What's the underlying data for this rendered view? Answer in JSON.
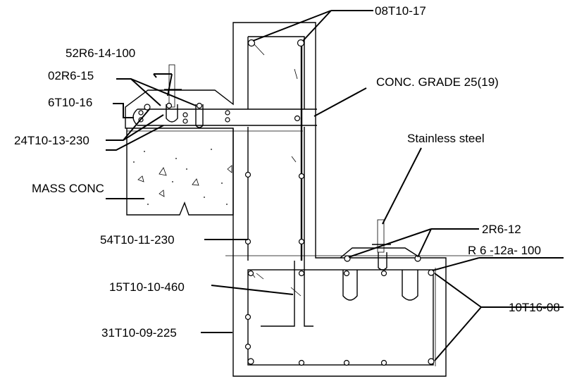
{
  "labels": {
    "top_bars": "08T10-17",
    "top_links": "52R6-14-100",
    "left_links": "02R6-15",
    "left_bars": "6T10-16",
    "left_distr": "24T10-13-230",
    "mass_conc": "MASS CONC",
    "conc_grade": "CONC. GRADE 25(19)",
    "stainless": "Stainless steel",
    "mid_bars": "2R6-12",
    "mid_links": "R 6 -12a- 100",
    "wall_distr": "54T10-11-230",
    "base_starter": "15T10-10-460",
    "base_distr": "31T10-09-225",
    "base_bars": "10T16-08"
  }
}
